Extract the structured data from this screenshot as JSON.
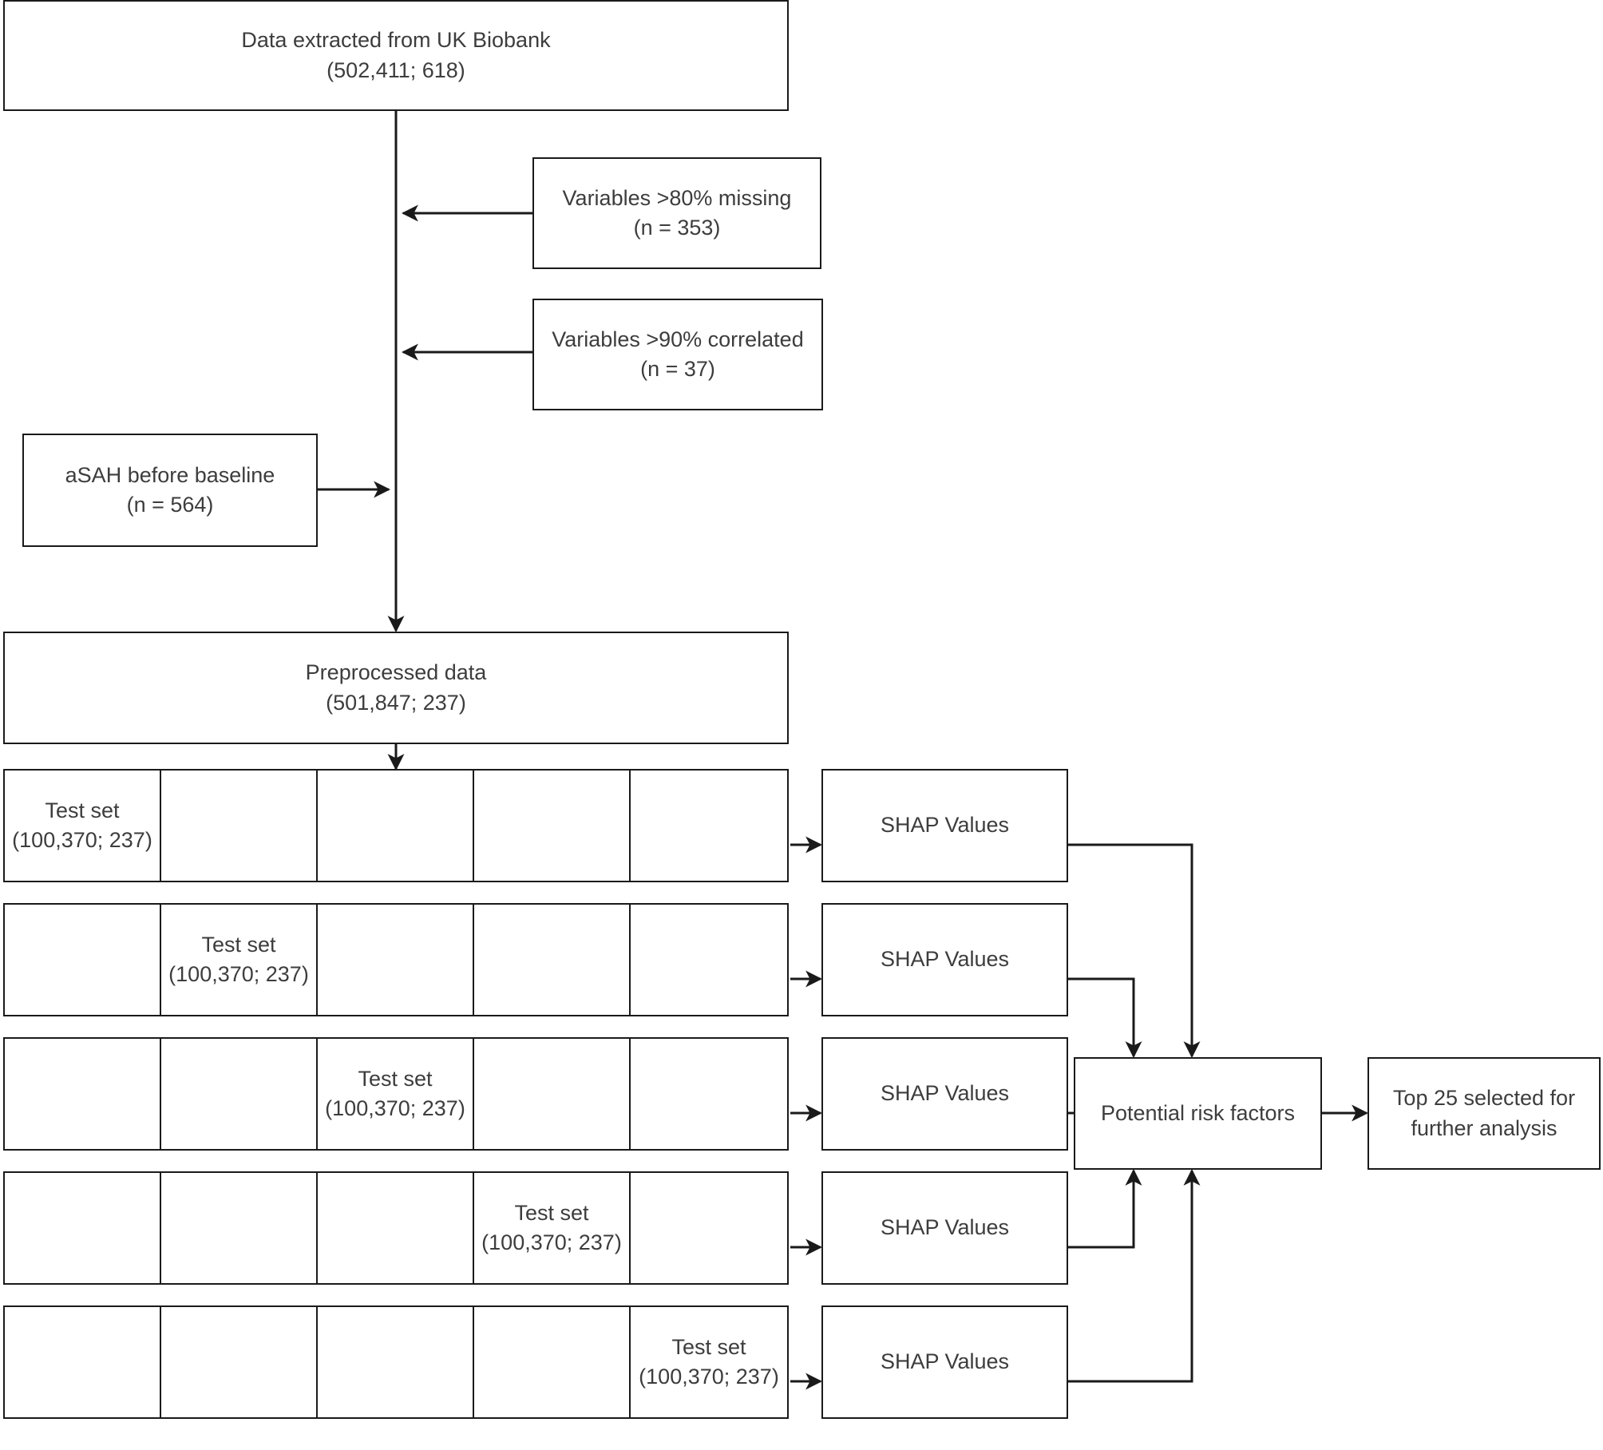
{
  "diagram": {
    "title": "UK Biobank aSAH risk-factor selection flowchart",
    "stroke_color": "#1a1a1a",
    "text_color": "#3d3d3d",
    "background": "#ffffff"
  },
  "nodes": {
    "source": {
      "label": "Data extracted from UK Biobank\n(502,411; 618)"
    },
    "exclude_missing": {
      "label": "Variables >80% missing\n(n = 353)"
    },
    "exclude_correlated": {
      "label": "Variables >90% correlated\n(n = 37)"
    },
    "exclude_asah": {
      "label": "aSAH before baseline\n(n = 564)"
    },
    "preprocessed": {
      "label": "Preprocessed data\n(501,847; 237)"
    },
    "potential_risk_factors": {
      "label": "Potential risk factors"
    },
    "top25": {
      "label": "Top 25 selected for\nfurther analysis"
    }
  },
  "cv": {
    "test_set_label": "Test set\n(100,370; 237)",
    "shap_label": "SHAP Values",
    "n_folds": 5,
    "n_cells": 5,
    "folds": [
      {
        "test_cell_index": 0,
        "shap": "SHAP Values"
      },
      {
        "test_cell_index": 1,
        "shap": "SHAP Values"
      },
      {
        "test_cell_index": 2,
        "shap": "SHAP Values"
      },
      {
        "test_cell_index": 3,
        "shap": "SHAP Values"
      },
      {
        "test_cell_index": 4,
        "shap": "SHAP Values"
      }
    ]
  }
}
